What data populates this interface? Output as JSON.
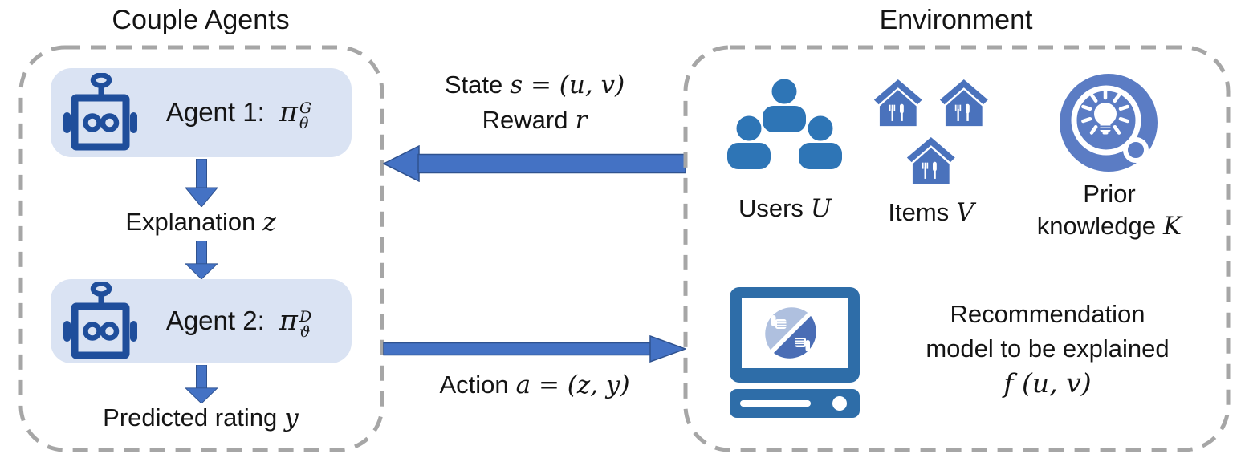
{
  "left_panel": {
    "title": "Couple Agents",
    "agent1": {
      "label": "Agent 1:",
      "pi": "π",
      "sup": "G",
      "sub": "θ"
    },
    "explanation_prefix": "Explanation",
    "explanation_math": "z",
    "agent2": {
      "label": "Agent 2:",
      "pi": "π",
      "sup": "D",
      "sub": "ϑ"
    },
    "predicted_prefix": "Predicted rating",
    "predicted_math": "y"
  },
  "channel": {
    "state_prefix": "State",
    "state_math": "s = (u, v)",
    "reward_prefix": "Reward",
    "reward_math": "r",
    "action_prefix": "Action",
    "action_math": "a = (z, y)"
  },
  "right_panel": {
    "title": "Environment",
    "users_prefix": "Users",
    "users_math": "U",
    "items_prefix": "Items",
    "items_math": "V",
    "prior_line1": "Prior",
    "prior_line2_prefix": "knowledge",
    "prior_math": "K",
    "rec_line1": "Recommendation",
    "rec_line2": "model to be explained",
    "rec_math": "f (u, v)"
  },
  "icons": {
    "robot": "robot-icon",
    "users": "users-group-icon",
    "items": "restaurant-house-icon",
    "prior_knowledge": "idea-search-icon",
    "recommendation_model": "computer-rating-icon",
    "state_reward_arrow": "arrow-left-icon",
    "action_arrow": "arrow-right-icon",
    "flow_arrow": "arrow-down-icon"
  },
  "colors": {
    "arrow": "#4472C4",
    "arrow_outline": "#2F528F",
    "agent_pill_bg": "#DAE3F3",
    "robot": "#1F4E9B",
    "person": "#2E75B6",
    "house": "#4A72BC",
    "prior_badge": "#5B7CC4",
    "monitor": "#2E6DA8",
    "badge_light": "#AFC0DF",
    "badge_dark": "#4A6DB5",
    "dashed_border": "#A6A6A6",
    "text": "#141414"
  }
}
